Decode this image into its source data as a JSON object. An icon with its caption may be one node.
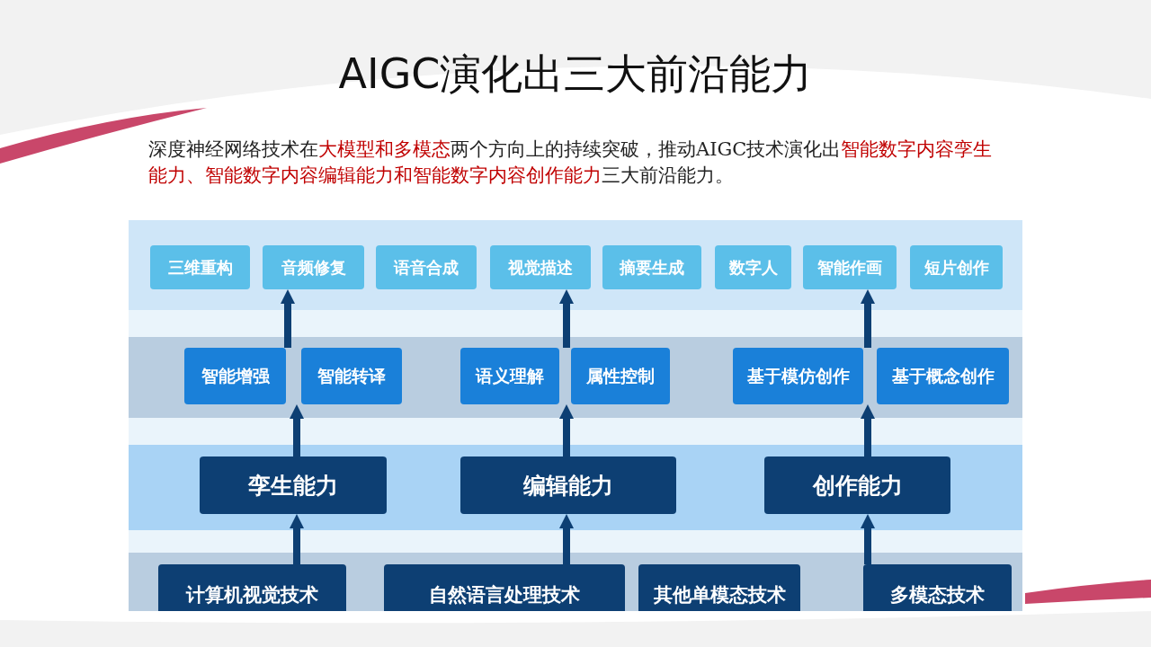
{
  "diagram": {
    "title": "AIGC演化出三大前沿能力",
    "nodes": [
      {
        "text": [
          "三维重构"
        ]
      },
      {
        "text": [
          "音频修复"
        ]
      },
      {
        "text": [
          "语音合成"
        ]
      },
      {
        "text": [
          "视觉描述"
        ]
      },
      {
        "text": [
          "摘要生成"
        ]
      },
      {
        "text": [
          "数字人"
        ]
      },
      {
        "text": [
          "智能作画"
        ]
      },
      {
        "text": [
          "短片创作"
        ]
      },
      {
        "text": [
          "智能增强"
        ]
      },
      {
        "text": [
          "智能转译"
        ]
      },
      {
        "text": [
          "语义理解"
        ]
      },
      {
        "text": [
          "属性控制"
        ]
      },
      {
        "text": [
          "基于模仿创作"
        ]
      },
      {
        "text": [
          "基于概念创作"
        ]
      },
      {
        "text": [
          "孪生能力"
        ]
      },
      {
        "text": [
          "编辑能力"
        ]
      },
      {
        "text": [
          "创作能力"
        ]
      },
      {
        "text": [
          "计算机视觉技术"
        ]
      },
      {
        "text": [
          "自然语言处理技术"
        ]
      },
      {
        "text": [
          "其他单模态技术"
        ]
      },
      {
        "text": [
          "多模态技术"
        ]
      }
    ],
    "edges": [
      {
        "from": 17,
        "to": 14,
        "arrow": "to"
      },
      {
        "from": 18,
        "to": 15,
        "arrow": "to"
      },
      {
        "from": 20,
        "to": 16,
        "arrow": "to"
      },
      {
        "from": 14,
        "to": 8,
        "arrow": "to"
      },
      {
        "from": 14,
        "to": 9,
        "arrow": "to"
      },
      {
        "from": 15,
        "to": 10,
        "arrow": "to"
      },
      {
        "from": 15,
        "to": 11,
        "arrow": "to"
      },
      {
        "from": 16,
        "to": 12,
        "arrow": "to"
      },
      {
        "from": 16,
        "to": 13,
        "arrow": "to"
      },
      {
        "from": 8,
        "to": 1,
        "arrow": "to"
      },
      {
        "from": 9,
        "to": 1,
        "arrow": "to"
      },
      {
        "from": 10,
        "to": 3,
        "arrow": "to"
      },
      {
        "from": 11,
        "to": 3,
        "arrow": "to"
      },
      {
        "from": 12,
        "to": 6,
        "arrow": "to"
      },
      {
        "from": 13,
        "to": 6,
        "arrow": "to"
      }
    ],
    "labels": [
      "深度神经网络技术在**大模型和多模态**两个方向上的持续突破，推动AIGC技术演化出**智能数字内容孪生能力、智能数字内容编辑能力和智能数字内容创作能力**三大前沿能力。"
    ]
  }
}
